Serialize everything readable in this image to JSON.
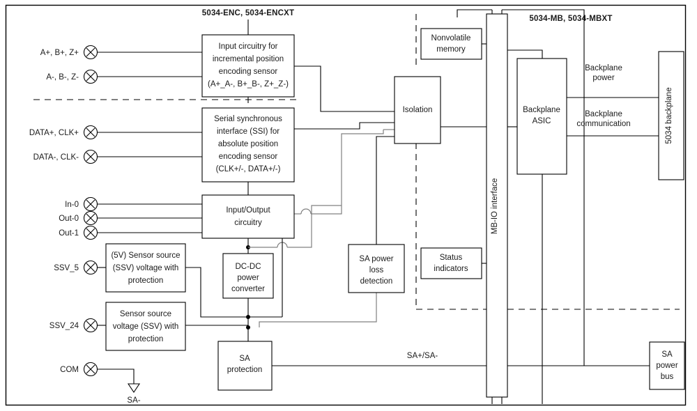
{
  "diagram": {
    "title_left": "5034-ENC, 5034-ENCXT",
    "title_right": "5034-MB, 5034-MBXT",
    "colors": {
      "line": "#000000",
      "line_alt": "#808080",
      "text": "#1a1a1a",
      "background": "#ffffff"
    }
  },
  "terminals": [
    {
      "label": "A+, B+, Z+"
    },
    {
      "label": "A-, B-, Z-"
    },
    {
      "label": "DATA+, CLK+"
    },
    {
      "label": "DATA-, CLK-"
    },
    {
      "label": "In-0"
    },
    {
      "label": "Out-0"
    },
    {
      "label": "Out-1"
    },
    {
      "label": "SSV_5"
    },
    {
      "label": "SSV_24"
    },
    {
      "label": "COM"
    }
  ],
  "blocks": {
    "incremental": {
      "lines": [
        "Input circuitry for",
        "incremental position",
        "encoding sensor",
        "(A+_A-, B+_B-, Z+_Z-)"
      ]
    },
    "ssi": {
      "lines": [
        "Serial synchronous",
        "interface (SSI) for",
        "absolute position",
        "encoding sensor",
        "(CLK+/-, DATA+/-)"
      ]
    },
    "io": {
      "lines": [
        "Input/Output",
        "circuitry"
      ]
    },
    "ssv5": {
      "lines": [
        "(5V) Sensor source",
        "(SSV) voltage with",
        "protection"
      ]
    },
    "ssv24": {
      "lines": [
        "Sensor source",
        "voltage (SSV) with",
        "protection"
      ]
    },
    "dcdc": {
      "lines": [
        "DC-DC",
        "power",
        "converter"
      ]
    },
    "sa_protection": {
      "lines": [
        "SA",
        "protection"
      ]
    },
    "sa_power_loss": {
      "lines": [
        "SA power",
        "loss",
        "detection"
      ]
    },
    "isolation": {
      "lines": [
        "Isolation"
      ]
    },
    "nonvolatile": {
      "lines": [
        "Nonvolatile",
        "memory"
      ]
    },
    "status": {
      "lines": [
        "Status",
        "indicators"
      ]
    },
    "backplane_asic": {
      "lines": [
        "Backplane",
        "ASIC"
      ]
    },
    "mb_io": {
      "lines": [
        "MB-IO interface"
      ]
    },
    "backplane_5034": {
      "lines": [
        "5034 backplane"
      ]
    },
    "sa_power_bus": {
      "lines": [
        "SA",
        "power",
        "bus"
      ]
    }
  },
  "net_labels": {
    "backplane_power": [
      "Backplane",
      "power"
    ],
    "backplane_comm": [
      "Backplane",
      "communication"
    ],
    "sa_bus": "SA+/SA-",
    "sa_minus": "SA-"
  }
}
